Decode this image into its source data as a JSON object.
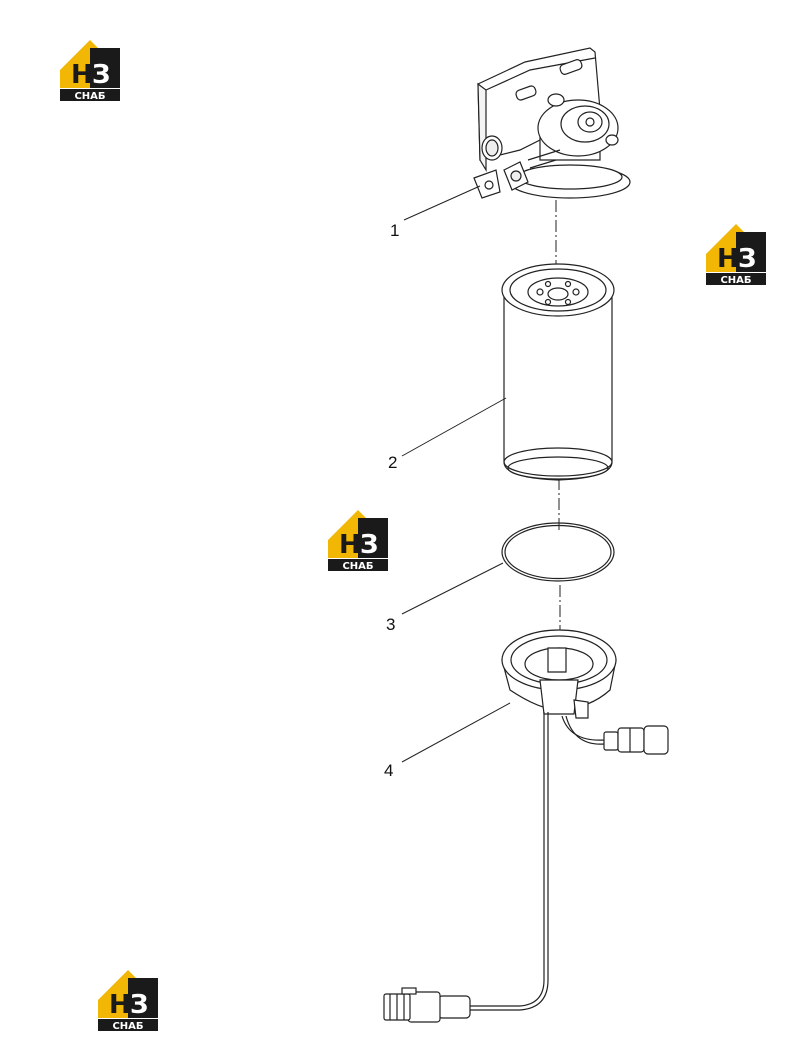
{
  "callouts": [
    {
      "label": "1"
    },
    {
      "label": "2"
    },
    {
      "label": "3"
    },
    {
      "label": "4"
    }
  ],
  "watermark": {
    "mark": "НЗ",
    "caption": "СНАБ",
    "colors": {
      "house": "#f2b705",
      "dark": "#1a1a1a",
      "light": "#ffffff"
    }
  }
}
